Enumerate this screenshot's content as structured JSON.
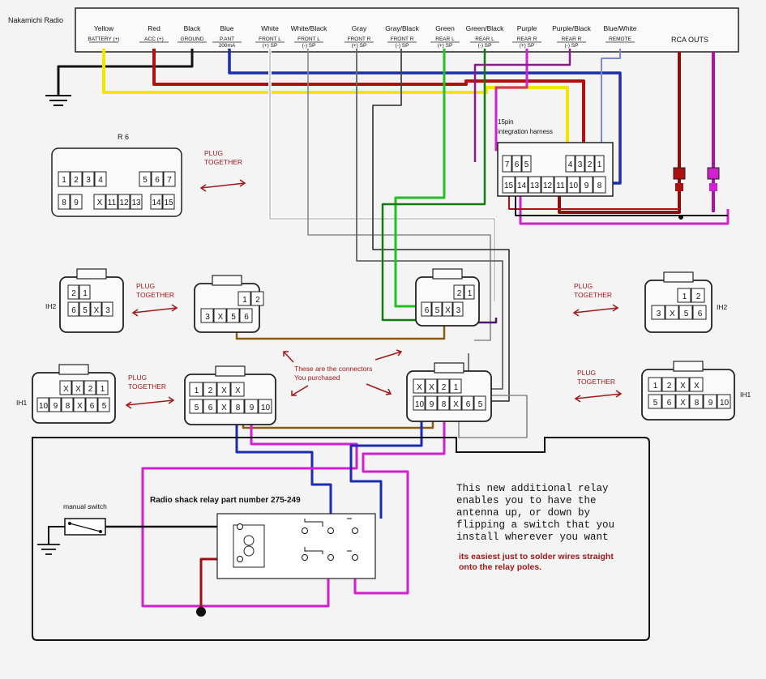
{
  "header": {
    "radio_title": "Nakamichi Radio",
    "wires": [
      {
        "color_name": "Yellow",
        "label": "BATTERY (+)",
        "hex": "#f2e600"
      },
      {
        "color_name": "Red",
        "label": "ACC (+)",
        "hex": "#b01010"
      },
      {
        "color_name": "Black",
        "label": "GROUND",
        "hex": "#111111"
      },
      {
        "color_name": "Blue",
        "label": "P.ANT 200mA",
        "hex": "#1a2db0"
      },
      {
        "color_name": "White",
        "label": "FRONT L (+) SP",
        "hex": "#ffffff"
      },
      {
        "color_name": "White/Black",
        "label": "FRONT L (-) SP",
        "hex": "#dddddd"
      },
      {
        "color_name": "Gray",
        "label": "FRONT R (+) SP",
        "hex": "#888888"
      },
      {
        "color_name": "Gray/Black",
        "label": "FRONT R (-) SP",
        "hex": "#555555"
      },
      {
        "color_name": "Green",
        "label": "REAR L (+) SP",
        "hex": "#22c022"
      },
      {
        "color_name": "Green/Black",
        "label": "REAR L (-) SP",
        "hex": "#137a13"
      },
      {
        "color_name": "Purple",
        "label": "REAR R (+) SP",
        "hex": "#d020d0"
      },
      {
        "color_name": "Purple/Black",
        "label": "REAR R (-) SP",
        "hex": "#7a1a7a"
      },
      {
        "color_name": "Blue/White",
        "label": "REMOTE",
        "hex": "#4a5ad0"
      }
    ],
    "rca_label": "RCA OUTS"
  },
  "harness_15pin": {
    "title_line1": "15pin",
    "title_line2": "integration harness",
    "row1": [
      "7",
      "6",
      "5",
      "4",
      "3",
      "2",
      "1"
    ],
    "row2": [
      "15",
      "14",
      "13",
      "12",
      "11",
      "10",
      "9",
      "8"
    ]
  },
  "r6": {
    "title": "R 6",
    "row1": [
      "1",
      "2",
      "3",
      "4",
      "5",
      "6",
      "7"
    ],
    "row2": [
      "8",
      "9",
      "X",
      "11",
      "12",
      "13",
      "14",
      "15"
    ],
    "plug": [
      "PLUG",
      "TOGETHER"
    ]
  },
  "ih2": {
    "label": "IH2",
    "row1": [
      "2",
      "1"
    ],
    "row2": [
      "6",
      "5",
      "X",
      "3"
    ],
    "female_row1": [
      "1",
      "2"
    ],
    "female_row2": [
      "3",
      "X",
      "5",
      "6"
    ],
    "plug": [
      "PLUG",
      "TOGETHER"
    ]
  },
  "ih1": {
    "label": "IH1",
    "row1": [
      "X",
      "X",
      "2",
      "1"
    ],
    "row2": [
      "10",
      "9",
      "8",
      "X",
      "6",
      "5"
    ],
    "female_row1": [
      "1",
      "2",
      "X",
      "X"
    ],
    "female_row2": [
      "5",
      "6",
      "X",
      "8",
      "9",
      "10"
    ],
    "plug": [
      "PLUG",
      "TOGETHER"
    ]
  },
  "annotation": {
    "line1": "These are the connectors",
    "line2": "You purchased"
  },
  "relay_panel": {
    "title": "Radio shack relay part number 275-249",
    "switch_label": "manual switch",
    "note_lines": [
      "This new additional relay",
      "enables you to have the",
      "antenna up, or down by",
      "flipping a switch that you",
      "install wherever you want"
    ],
    "tip_lines": [
      "its easiest just to solder wires straight",
      "onto the relay poles."
    ]
  }
}
